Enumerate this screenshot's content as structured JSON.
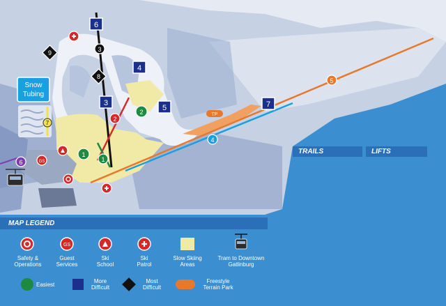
{
  "map": {
    "tubing": {
      "line1": "Snow",
      "line2": "Tubing",
      "lane_number": "7"
    },
    "lift_numbers": [
      "6",
      "3",
      "8",
      "4",
      "3",
      "5",
      "7"
    ],
    "trail_numbers": [
      "9",
      "2",
      "1",
      "1",
      "4",
      "5",
      "6"
    ],
    "park_badge": "TP",
    "amenity_badges": {
      "guest": "GS"
    }
  },
  "panels": {
    "trails_header": "TRAILS",
    "lifts_header": "LIFTS"
  },
  "legend": {
    "title": "MAP LEGEND",
    "items": [
      {
        "line1": "Safety &",
        "line2": "Operations"
      },
      {
        "line1": "Guest",
        "line2": "Services",
        "badge": "GS"
      },
      {
        "line1": "Ski",
        "line2": "School"
      },
      {
        "line1": "Ski",
        "line2": "Patrol"
      },
      {
        "line1": "Slow Skiing",
        "line2": "Areas"
      },
      {
        "line1": "Tram to Downtown",
        "line2": "Gatlinburg"
      }
    ],
    "difficulty": [
      {
        "line1": "Easiest",
        "line2": ""
      },
      {
        "line1": "More",
        "line2": "Difficult"
      },
      {
        "line1": "Most",
        "line2": "Difficult"
      },
      {
        "line1": "Freestyle",
        "line2": "Terrain Park"
      }
    ]
  },
  "colors": {
    "sky_blue": "#3b8fd0",
    "panel_blue": "#2a6fb8",
    "green": "#1e8a3e",
    "navy": "#1b2f8c",
    "black": "#111111",
    "red": "#d62828",
    "orange": "#e8782a",
    "cyan": "#1aa0e0",
    "yellow": "#f1e9a6"
  },
  "icons": {
    "safety": "safety-icon",
    "guest": "guest-services-icon",
    "school": "ski-school-icon",
    "patrol": "ski-patrol-icon",
    "tram": "tram-icon"
  }
}
